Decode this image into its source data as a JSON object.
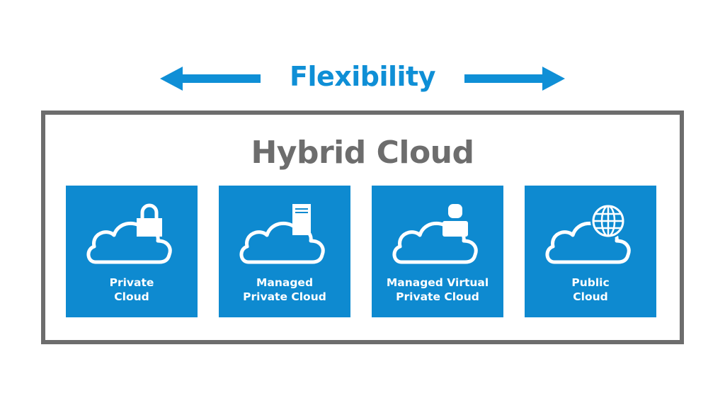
{
  "header": {
    "title": "Flexibility"
  },
  "frame": {
    "title": "Hybrid Cloud"
  },
  "tiles": [
    {
      "icon": "cloud-lock-icon",
      "label_line1": "Private",
      "label_line2": "Cloud"
    },
    {
      "icon": "cloud-server-icon",
      "label_line1": "Managed",
      "label_line2": "Private Cloud"
    },
    {
      "icon": "cloud-user-icon",
      "label_line1": "Managed Virtual",
      "label_line2": "Private Cloud"
    },
    {
      "icon": "cloud-globe-icon",
      "label_line1": "Public",
      "label_line2": "Cloud"
    }
  ],
  "colors": {
    "accent_blue": "#0f8fd6",
    "tile_blue": "#0e8ad0",
    "frame_gray": "#6d6d6d"
  }
}
